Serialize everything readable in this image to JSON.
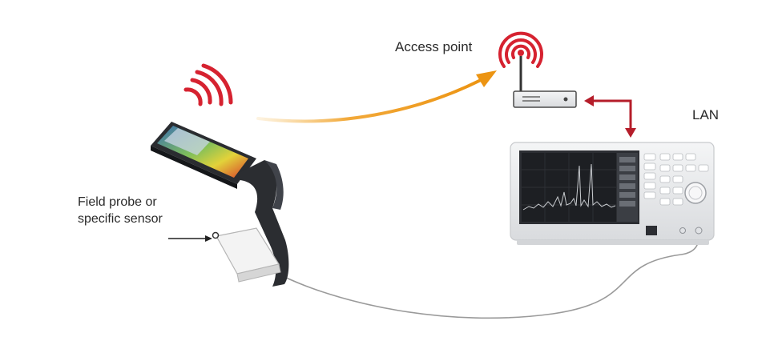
{
  "labels": {
    "access_point": "Access point",
    "lan": "LAN",
    "probe_line1": "Field probe or",
    "probe_line2": "specific sensor"
  },
  "colors": {
    "wireless_signal": "#d62230",
    "wireless_link_arrow": "#f0a020",
    "lan_arrow": "#b51d2a",
    "cable": "#9a9a9a",
    "device_body": "#e9eaec",
    "screen": "#2c2e33"
  },
  "icons": {
    "tablet_signal": "wifi-waves-icon",
    "router_signal": "broadcast-icon",
    "router": "router-icon",
    "analyzer": "spectrum-analyzer-icon",
    "tablet": "tablet-icon",
    "sensor": "sensor-probe-icon"
  }
}
